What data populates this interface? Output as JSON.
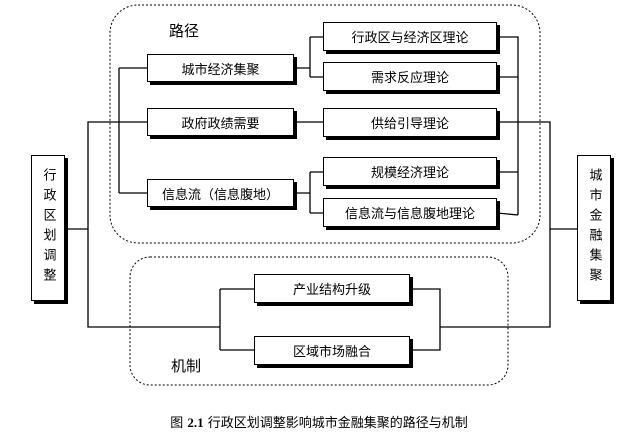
{
  "diagram": {
    "left_node": "行政区划调整",
    "right_node": "城市金融集聚",
    "path_group": {
      "title": "路径",
      "mid_nodes": [
        "城市经济集聚",
        "政府政绩需要",
        "信息流（信息腹地）"
      ],
      "theory_nodes": [
        "行政区与经济区理论",
        "需求反应理论",
        "供给引导理论",
        "规模经济理论",
        "信息流与信息腹地理论"
      ]
    },
    "mechanism_group": {
      "title": "机制",
      "nodes": [
        "产业结构升级",
        "区域市场融合"
      ]
    }
  },
  "caption": {
    "prefix": "图",
    "number": "2.1",
    "text": "行政区划调整影响城市金融集聚的路径与机制"
  }
}
